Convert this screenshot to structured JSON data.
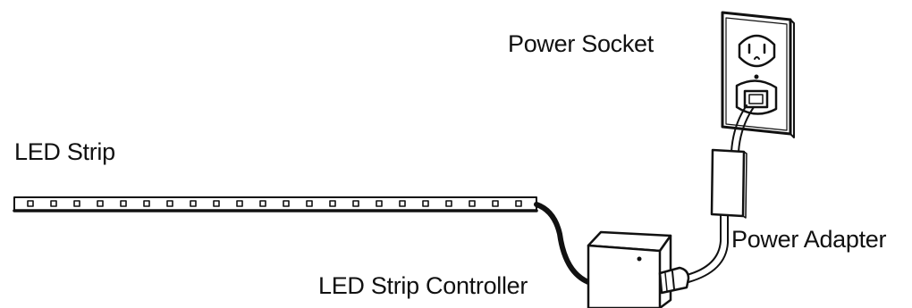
{
  "labels": {
    "power_socket": "Power Socket",
    "led_strip": "LED Strip",
    "power_adapter": "Power Adapter",
    "led_strip_controller": "LED Strip Controller"
  },
  "led_strip": {
    "led_count": 22
  }
}
